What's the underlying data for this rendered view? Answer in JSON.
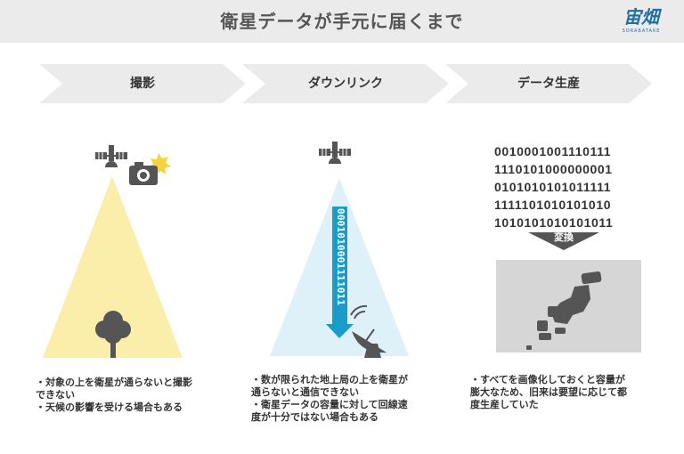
{
  "header": {
    "title": "衛星データが手元に届くまで",
    "logo_text": "宙畑",
    "logo_subtext": "SORABATAKE"
  },
  "steps": [
    {
      "label": "撮影"
    },
    {
      "label": "ダウンリンク"
    },
    {
      "label": "データ生産"
    }
  ],
  "downlink": {
    "data_stream": "0001010001111011"
  },
  "production": {
    "binary_rows": [
      "0010001001110111",
      "1110101000000001",
      "0101010101011111",
      "1111101010101010",
      "1010101010101011"
    ],
    "convert_label": "変換"
  },
  "notes": {
    "capture": [
      "・対象の上を衛星が通らないと撮影",
      "できない",
      "・天候の影響を受ける場合もある"
    ],
    "downlink": [
      "・数が限られた地上局の上を衛星が",
      "通らないと通信できない",
      "・衛星データの容量に対して回線速",
      "度が十分ではない場合もある"
    ],
    "production": [
      "・すべてを画像化しておくと容量が",
      "膨大なため、旧来は要望に応じて都",
      "度生産していた"
    ]
  },
  "colors": {
    "header_bg": "#ebebeb",
    "arrow_bg": "#ebebeb",
    "capture_beam": "#fbeeab",
    "downlink_beam": "#dff1f8",
    "stream": "#1a9cc8",
    "icons": "#555555",
    "sun": "#f5d33a",
    "image_bg": "#d6d6d6"
  },
  "icons": [
    "satellite-icon",
    "camera-icon",
    "sun-icon",
    "tree-icon",
    "satellite-icon",
    "antenna-dish-icon",
    "down-arrow-icon",
    "japan-map-icon"
  ]
}
